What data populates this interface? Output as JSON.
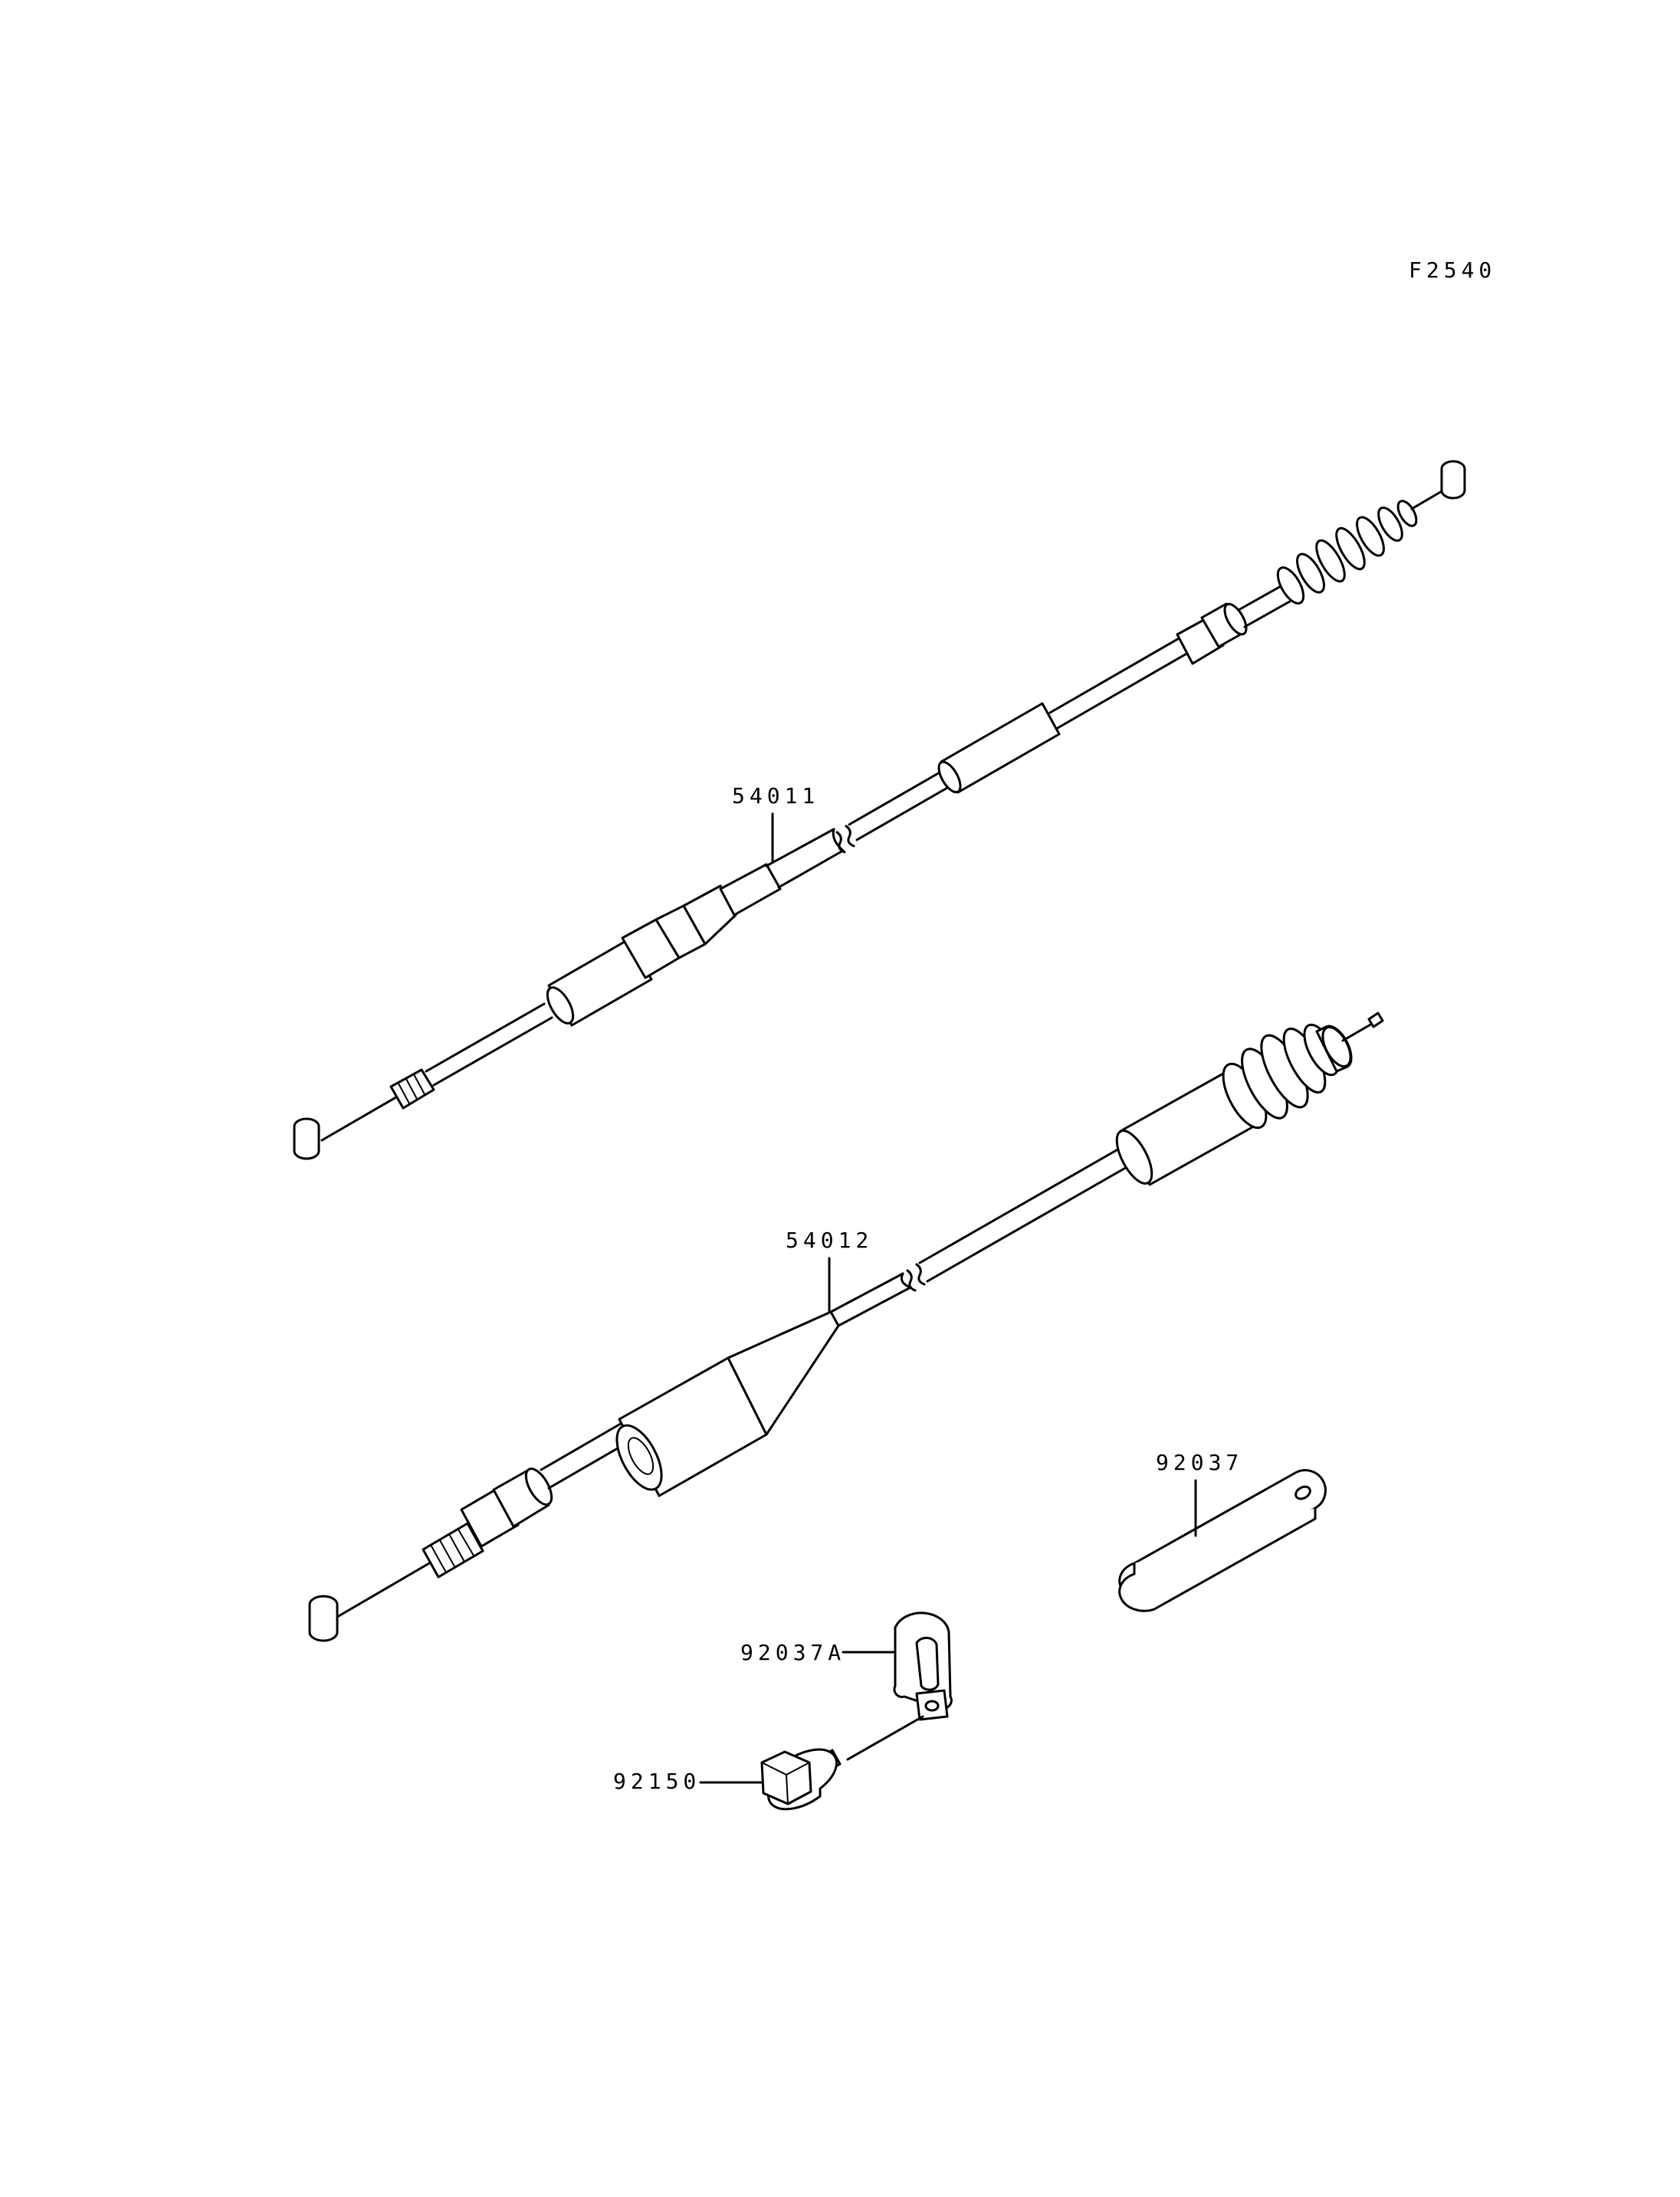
{
  "figure_code": "F2540",
  "callouts": {
    "clutch_cable": "54011",
    "throttle_cable": "54012",
    "clamp_band": "92037",
    "clamp": "92037A",
    "bolt": "92150"
  }
}
